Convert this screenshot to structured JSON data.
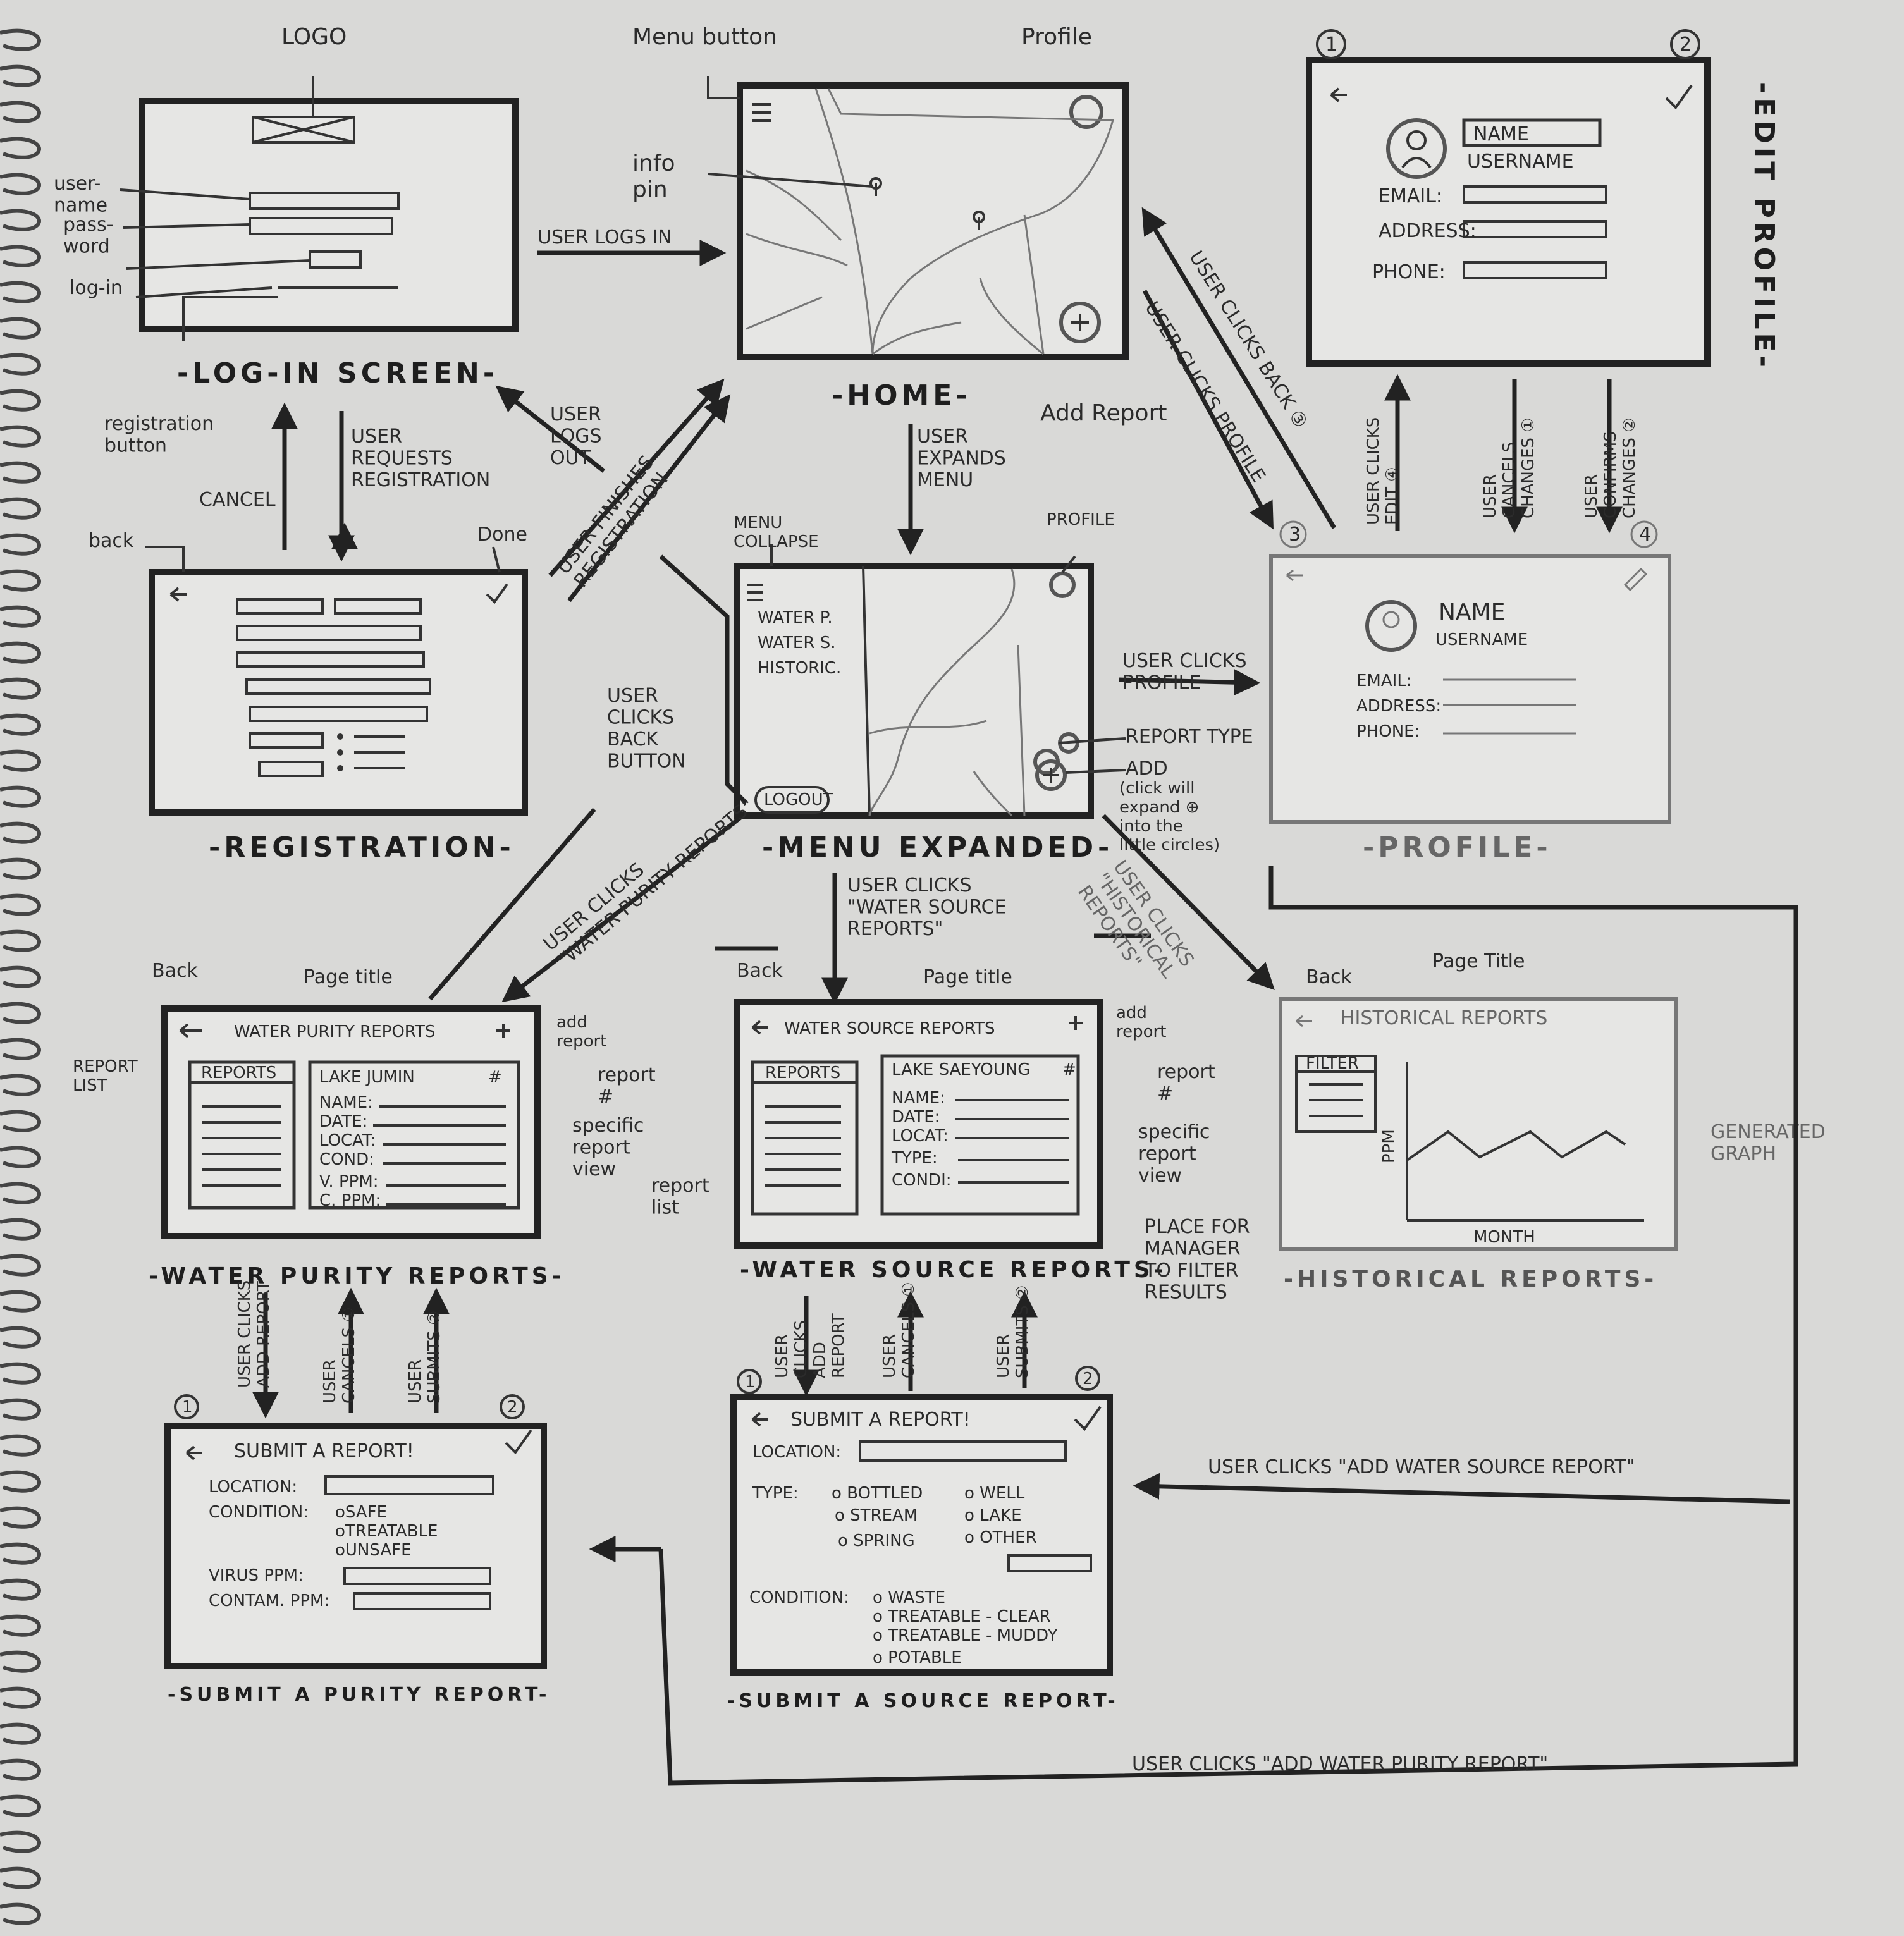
{
  "screens": {
    "login": {
      "title": "-LOG-IN SCREEN-",
      "logo_label": "LOGO",
      "username_label": "user-\nname",
      "password_label": "pass-\nword",
      "login_label": "log-in",
      "registration_label": "registration\nbutton"
    },
    "home": {
      "title": "-HOME-",
      "menu_label": "Menu button",
      "profile_label": "Profile",
      "info_pin_label": "info\npin",
      "add_label": "Add Report"
    },
    "edit_profile": {
      "title": "-EDIT PROFILE-",
      "num1": "1",
      "num2": "2",
      "name": "NAME",
      "username": "USERNAME",
      "email": "EMAIL:",
      "address": "ADDRESS:",
      "phone": "PHONE:"
    },
    "registration": {
      "title": "-REGISTRATION-",
      "back": "back",
      "done": "Done"
    },
    "menu_expanded": {
      "title": "-MENU EXPANDED-",
      "collapse_label": "MENU\nCOLLAPSE",
      "profile_label": "PROFILE",
      "items": [
        "WATER P.",
        "WATER S.",
        "HISTORIC."
      ],
      "logout": "LOGOUT",
      "report_type": "REPORT TYPE",
      "add": "ADD",
      "add_note": "(click will\nexpand ⊕\ninto the\nlittle circles)"
    },
    "profile": {
      "title": "-PROFILE-",
      "num3": "3",
      "num4": "4",
      "name": "NAME",
      "username": "USERNAME",
      "email": "EMAIL:",
      "address": "ADDRESS:",
      "phone": "PHONE:"
    },
    "water_purity": {
      "title": "-WATER PURITY REPORTS-",
      "back_label": "Back",
      "page_title_label": "Page title",
      "header": "WATER PURITY REPORTS",
      "add_label": "add\nreport",
      "report_list_label": "REPORT\nLIST",
      "reports_tab": "REPORTS",
      "lake": "LAKE JUMIN",
      "hash": "#",
      "fields": [
        "NAME:",
        "DATE:",
        "LOCAT:",
        "COND:",
        "V. PPM:",
        "C. PPM:"
      ],
      "report_num_label": "report\n#",
      "specific_label": "specific\nreport\nview"
    },
    "water_source": {
      "title": "-WATER SOURCE REPORTS-",
      "back_label": "Back",
      "page_title_label": "Page title",
      "header": "WATER SOURCE REPORTS",
      "add_label": "add\nreport",
      "reports_tab": "REPORTS",
      "lake": "LAKE SAEYOUNG",
      "hash": "#",
      "fields": [
        "NAME:",
        "DATE:",
        "LOCAT:",
        "TYPE:",
        "CONDI:"
      ],
      "report_num_label": "report\n#",
      "specific_label": "specific\nreport\nview",
      "report_list_label": "report\nlist"
    },
    "historical": {
      "title": "-HISTORICAL REPORTS-",
      "back_label": "Back",
      "page_title_label": "Page Title",
      "header": "HISTORICAL REPORTS",
      "filter": "FILTER",
      "ylabel": "PPM",
      "xlabel": "MONTH",
      "graph_label": "GENERATED\nGRAPH",
      "filter_note": "PLACE FOR\nMANAGER\nTO FILTER\nRESULTS"
    },
    "submit_purity": {
      "title": "-SUBMIT A PURITY REPORT-",
      "num1": "1",
      "num2": "2",
      "header": "SUBMIT A REPORT!",
      "location": "LOCATION:",
      "condition": "CONDITION:",
      "options": [
        "oSAFE",
        "oTREATABLE",
        "oUNSAFE"
      ],
      "virus": "VIRUS PPM:",
      "contam": "CONTAM. PPM:"
    },
    "submit_source": {
      "title": "-SUBMIT A SOURCE REPORT-",
      "num1": "1",
      "num2": "2",
      "header": "SUBMIT A REPORT!",
      "location": "LOCATION:",
      "type": "TYPE:",
      "type_options": [
        "o BOTTLED",
        "o STREAM",
        "o SPRING",
        "o WELL",
        "o LAKE",
        "o OTHER"
      ],
      "condition": "CONDITION:",
      "cond_options": [
        "o WASTE",
        "o TREATABLE - CLEAR",
        "o TREATABLE - MUDDY",
        "o POTABLE"
      ]
    }
  },
  "transitions": {
    "logs_in": "USER LOGS IN",
    "logs_out": "USER\nLOGS\nOUT",
    "requests_registration": "USER\nREQUESTS\nREGISTRATION",
    "cancel": "CANCEL",
    "finishes_registration": "USER FINISHES\nREGISTRATION",
    "expands_menu": "USER\nEXPANDS\nMENU",
    "clicks_back_3": "USER CLICKS BACK ③",
    "clicks_profile_home": "USER CLICKS PROFILE",
    "clicks_edit": "USER CLICKS\nEDIT ④",
    "cancels_changes": "USER\nCANCELS\nCHANGES ①",
    "confirms_changes": "USER\nCONFIRMS\nCHANGES ②",
    "clicks_profile_menu": "USER CLICKS\nPROFILE",
    "clicks_back_button": "USER\nCLICKS\nBACK\nBUTTON",
    "clicks_water_purity": "USER CLICKS\n\"WATER PURITY REPORTS\"",
    "clicks_water_source": "USER CLICKS\n\"WATER SOURCE\nREPORTS\"",
    "clicks_historical": "USER CLICKS\n\"HISTORICAL\nREPORTS\"",
    "purity_add": "USER CLICKS\nADD REPORT",
    "purity_cancel": "USER\nCANCELS ①",
    "purity_submit": "USER\nSUBMITS ②",
    "source_add": "USER\nCLICKS\nADD\nREPORT",
    "source_cancel": "USER\nCANCELS ①",
    "source_submit": "USER\nSUBMITS ②",
    "add_source_report": "USER CLICKS \"ADD WATER SOURCE REPORT\"",
    "add_purity_report": "USER CLICKS \"ADD WATER PURITY REPORT\""
  }
}
